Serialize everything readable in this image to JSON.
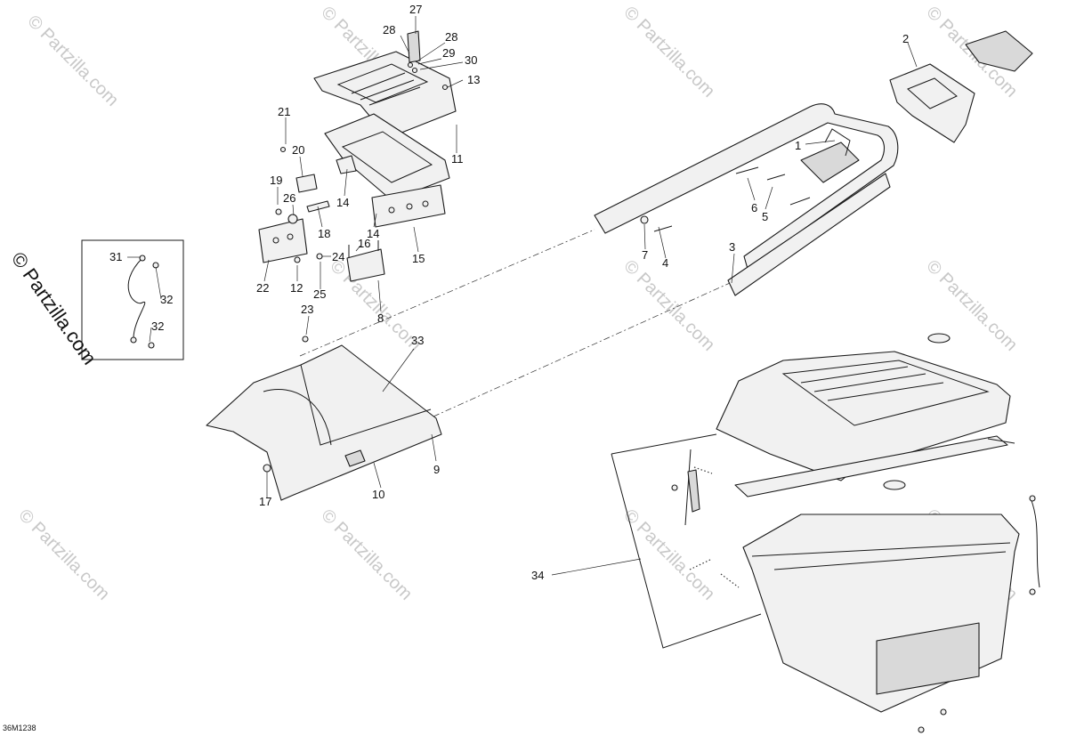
{
  "diagram": {
    "image_code": "36M1238",
    "watermark_text": "© Partzilla.com",
    "callouts": [
      "27",
      "28",
      "28",
      "29",
      "30",
      "13",
      "21",
      "20",
      "11",
      "19",
      "26",
      "14",
      "18",
      "14",
      "15",
      "16",
      "24",
      "22",
      "12",
      "25",
      "8",
      "23",
      "31",
      "32",
      "32",
      "33",
      "9",
      "10",
      "17",
      "2",
      "1",
      "6",
      "5",
      "7",
      "4",
      "3",
      "34"
    ]
  },
  "colors": {
    "line": "#1a1a1a",
    "fill": "#f1f1f1",
    "watermark": "#c8c8c8"
  }
}
